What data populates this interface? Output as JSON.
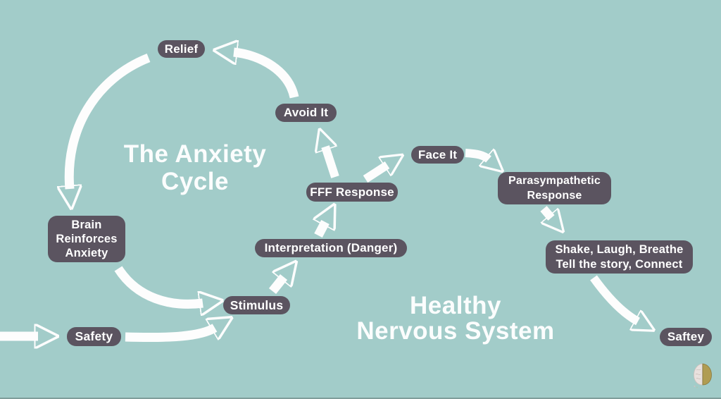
{
  "colors": {
    "background": "#a2ccc9",
    "box": "#5b5460",
    "arrow": "#fdfdfd",
    "title_text": "#fbfdfd",
    "logo_left_half": "#e9e1de",
    "logo_right_half": "#b09c52"
  },
  "titles": {
    "anxiety_line1": "The Anxiety",
    "anxiety_line2": "Cycle",
    "healthy_line1": "Healthy",
    "healthy_line2": "Nervous System"
  },
  "nodes": {
    "relief": {
      "label": "Relief"
    },
    "avoid_it": {
      "label": "Avoid It"
    },
    "face_it": {
      "label": "Face It"
    },
    "fff_response": {
      "label": "FFF Response"
    },
    "parasympathetic": {
      "line1": "Parasympathetic",
      "line2": "Response"
    },
    "interpretation": {
      "label": "Interpretation (Danger)"
    },
    "brain": {
      "line1": "Brain",
      "line2": "Reinforces",
      "line3": "Anxiety"
    },
    "stimulus": {
      "label": "Stimulus"
    },
    "safety": {
      "label": "Safety"
    },
    "shake": {
      "line1": "Shake, Laugh, Breathe",
      "line2": "Tell the story, Connect"
    },
    "saftey": {
      "label": "Saftey"
    }
  },
  "edges": [
    {
      "from": "left-edge",
      "to": "safety"
    },
    {
      "from": "safety",
      "to": "stimulus"
    },
    {
      "from": "stimulus",
      "to": "interpretation"
    },
    {
      "from": "interpretation",
      "to": "fff_response"
    },
    {
      "from": "fff_response",
      "to": "avoid_it"
    },
    {
      "from": "avoid_it",
      "to": "relief"
    },
    {
      "from": "relief",
      "to": "brain"
    },
    {
      "from": "brain",
      "to": "stimulus"
    },
    {
      "from": "fff_response",
      "to": "face_it"
    },
    {
      "from": "face_it",
      "to": "parasympathetic"
    },
    {
      "from": "parasympathetic",
      "to": "shake"
    },
    {
      "from": "shake",
      "to": "saftey"
    }
  ],
  "logo": {
    "name": "half-brain-logo"
  }
}
